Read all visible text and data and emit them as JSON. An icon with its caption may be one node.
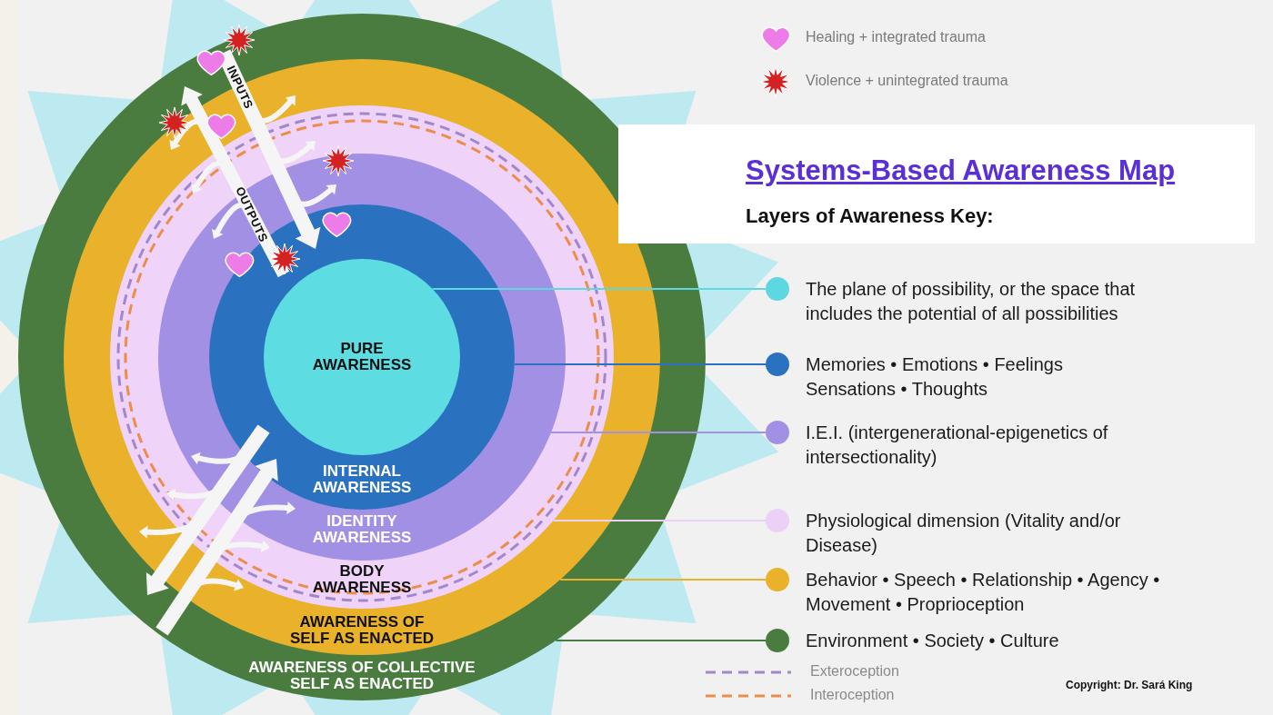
{
  "diagram": {
    "title": "Systems-Based Awareness Map",
    "nodes": [
      {
        "text": [
          "AWARENESS OF COLLECTIVE SELF AS ENACTED"
        ]
      },
      {
        "text": [
          "AWARENESS OF SELF AS ENACTED"
        ],
        "in": 0
      },
      {
        "text": [
          "BODY AWARENESS"
        ],
        "in": 1
      },
      {
        "text": [
          "IDENTITY AWARENESS"
        ],
        "in": 2
      },
      {
        "text": [
          "INTERNAL AWARENESS"
        ],
        "in": 3
      },
      {
        "text": [
          "PURE AWARENESS"
        ],
        "in": 4
      },
      {
        "text": [
          "The plane of possibility, or the space that includes the potential of all possibilities"
        ]
      },
      {
        "text": [
          "Memories • Emotions • Feelings Sensations • Thoughts"
        ]
      },
      {
        "text": [
          "I.E.I. (intergenerational-epigenetics of intersectionality)"
        ]
      },
      {
        "text": [
          "Physiological dimension (Vitality and/or Disease)"
        ]
      },
      {
        "text": [
          "Behavior • Speech • Relationship • Agency • Movement • Proprioception"
        ]
      },
      {
        "text": [
          "Environment • Society • Culture"
        ]
      }
    ],
    "edges": [
      {
        "from": 5,
        "to": 6,
        "arrow": "none",
        "color": "#5ed8e0"
      },
      {
        "from": 4,
        "to": 7,
        "arrow": "none",
        "color": "#2a72c0"
      },
      {
        "from": 3,
        "to": 8,
        "arrow": "none",
        "color": "#a190e4"
      },
      {
        "from": 2,
        "to": 9,
        "arrow": "none",
        "color": "#ecd0f6"
      },
      {
        "from": 1,
        "to": 10,
        "arrow": "none",
        "color": "#eab12a"
      },
      {
        "from": 0,
        "to": 11,
        "arrow": "none",
        "color": "#4a7c3f"
      }
    ],
    "labels": [
      "INPUTS",
      "OUTPUTS",
      "Layers of Awareness Key:",
      "Copyright: Dr. Sará King"
    ],
    "legend": [
      {
        "text": "Healing + integrated trauma"
      },
      {
        "text": "Violence + unintegrated trauma"
      },
      {
        "text": "Exteroception"
      },
      {
        "text": "Interoception"
      }
    ]
  }
}
